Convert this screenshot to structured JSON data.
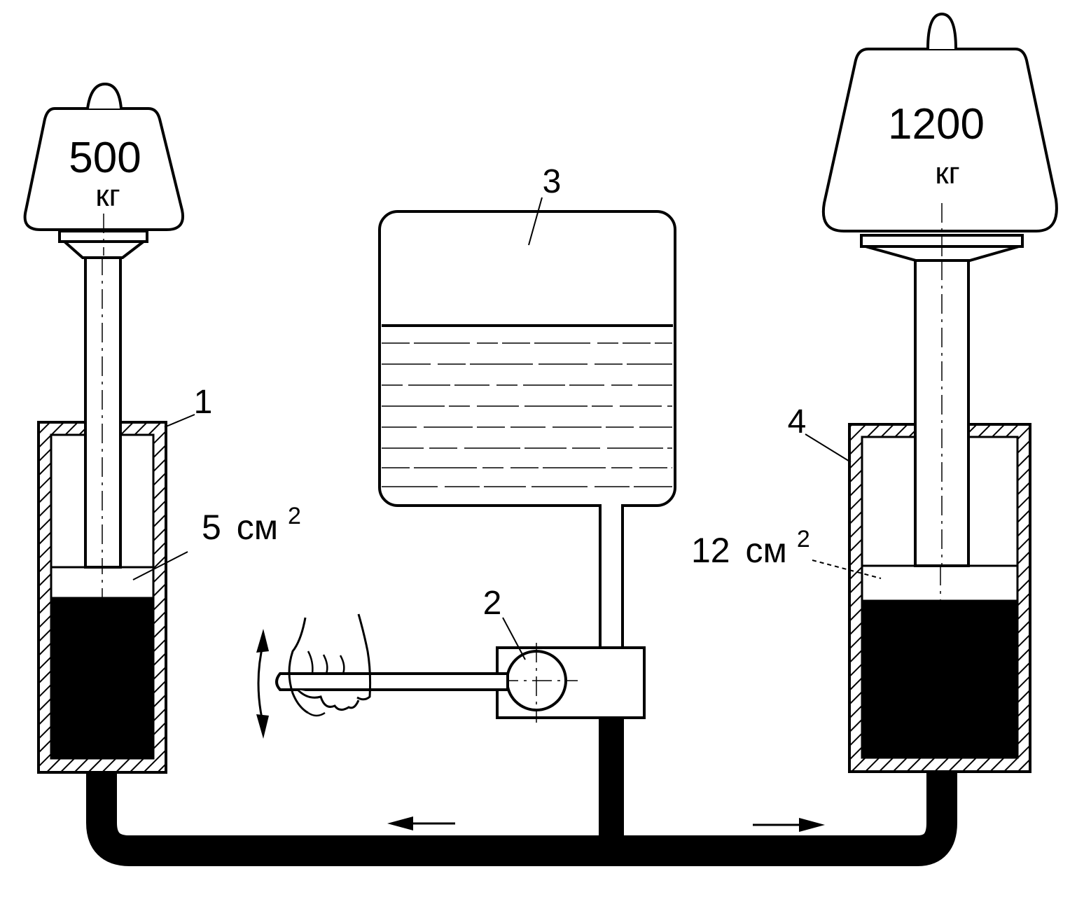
{
  "left_weight": {
    "mass": "500",
    "unit": "кг"
  },
  "right_weight": {
    "mass": "1200",
    "unit": "кг"
  },
  "left_area": {
    "value": "5",
    "unit": "см",
    "exp": "2"
  },
  "right_area": {
    "value": "12",
    "unit": "см",
    "exp": "2"
  },
  "labels": {
    "cyl_small": "1",
    "pump": "2",
    "reservoir": "3",
    "cyl_large": "4"
  },
  "colors": {
    "ink": "#000000",
    "paper": "#ffffff"
  }
}
